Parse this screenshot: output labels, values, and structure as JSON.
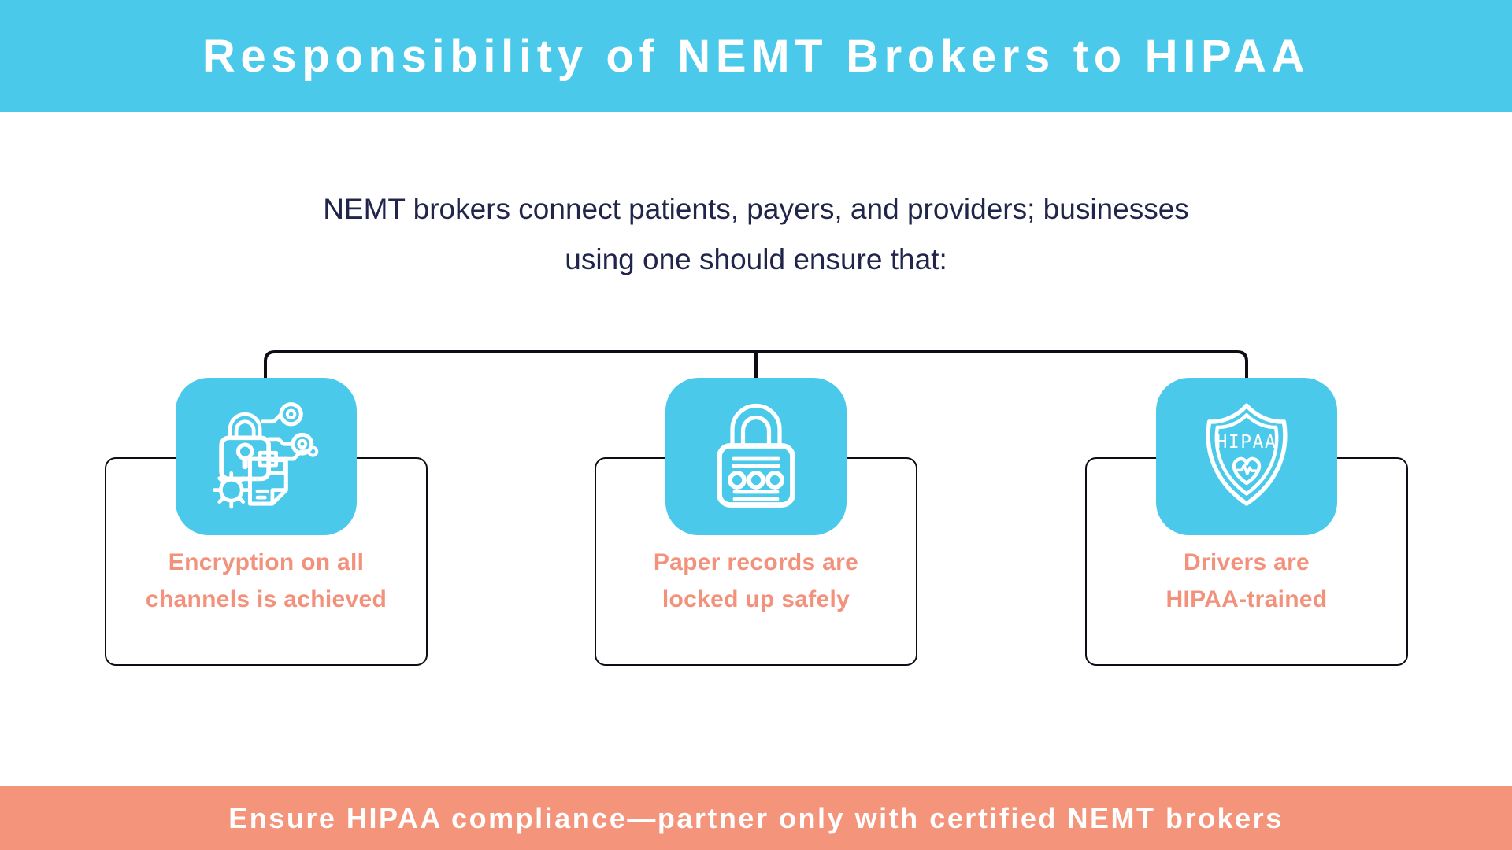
{
  "colors": {
    "cyan": "#4BC9EA",
    "salmon_band": "#F4947B",
    "salmon_text": "#F2917C",
    "navy_text": "#21254B",
    "line": "#0D0D16"
  },
  "header": {
    "title": "Responsibility of NEMT Brokers to HIPAA"
  },
  "intro": {
    "line1": "NEMT brokers connect patients, payers, and providers; businesses",
    "line2": "using one should ensure that:"
  },
  "cards": [
    {
      "icon": "encryption-lock-circuit-icon",
      "line1": "Encryption on all",
      "line2": "channels is achieved"
    },
    {
      "icon": "padlock-icon",
      "line1": "Paper records are",
      "line2": "locked up safely"
    },
    {
      "icon": "hipaa-shield-icon",
      "shield_text": "HIPAA",
      "line1": "Drivers are",
      "line2": "HIPAA-trained"
    }
  ],
  "footer": {
    "text": "Ensure HIPAA compliance—partner only with certified NEMT brokers"
  }
}
